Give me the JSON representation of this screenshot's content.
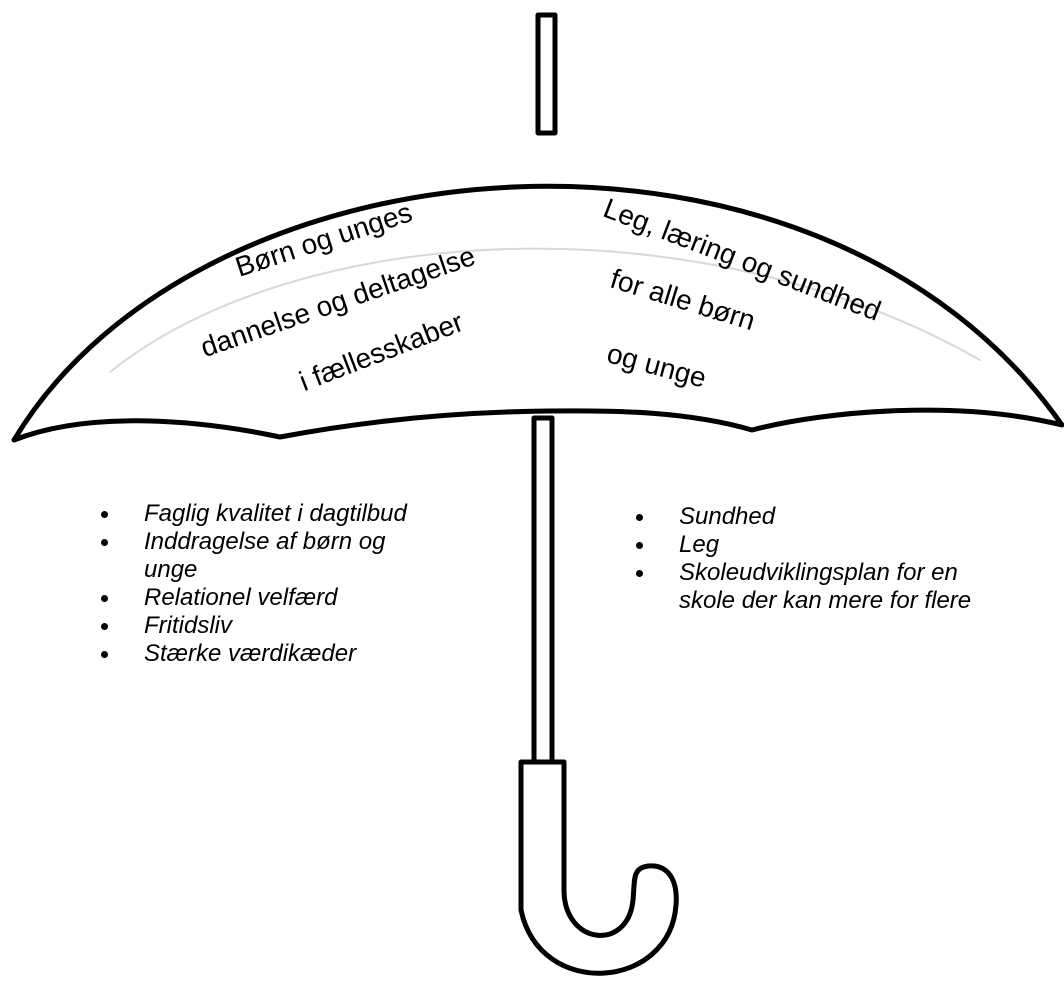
{
  "canopy": {
    "left_lines": [
      "Børn og unges",
      "dannelse og deltagelse",
      "i fællesskaber"
    ],
    "right_lines": [
      "Leg, læring og sundhed",
      "for alle børn",
      "og unge"
    ]
  },
  "lists": {
    "left": [
      "Faglig kvalitet i dagtilbud",
      "Inddragelse af børn og unge",
      "Relationel velfærd",
      "Fritidsliv",
      "Stærke værdikæder"
    ],
    "right": [
      "Sundhed",
      "Leg",
      "Skoleudviklingsplan for en skole der kan mere for flere"
    ]
  },
  "colors": {
    "ink": "#000000",
    "background": "#ffffff"
  }
}
